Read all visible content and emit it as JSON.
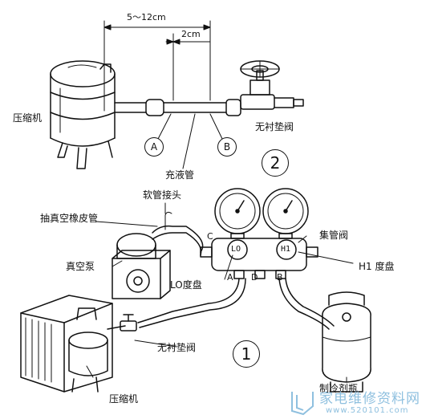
{
  "top_figure": {
    "dim_outer": "5～12cm",
    "dim_inner": "2cm",
    "compressor": "压缩机",
    "point_a": "A",
    "point_b": "B",
    "valve": "无衬垫阀",
    "figure_number": "2",
    "charging_pipe": "充液管"
  },
  "bottom_figure": {
    "hose_joint": "软管接头",
    "vacuum_hose": "抽真空橡皮管",
    "vacuum_pump": "真空泵",
    "manifold": "集管阀",
    "lo_dial": "LO度盘",
    "hi_dial": "H1 度盘",
    "gauge_lo": "LO",
    "gauge_hi": "H1",
    "port_c": "C",
    "port_a": "A",
    "port_d": "D",
    "port_b": "B",
    "valve": "无衬垫阀",
    "compressor": "压缩机",
    "refrigerant_tank": "制冷剂瓶",
    "figure_number": "1"
  },
  "watermark": {
    "title": "家电维修资料网",
    "url": "www.520101.com"
  }
}
